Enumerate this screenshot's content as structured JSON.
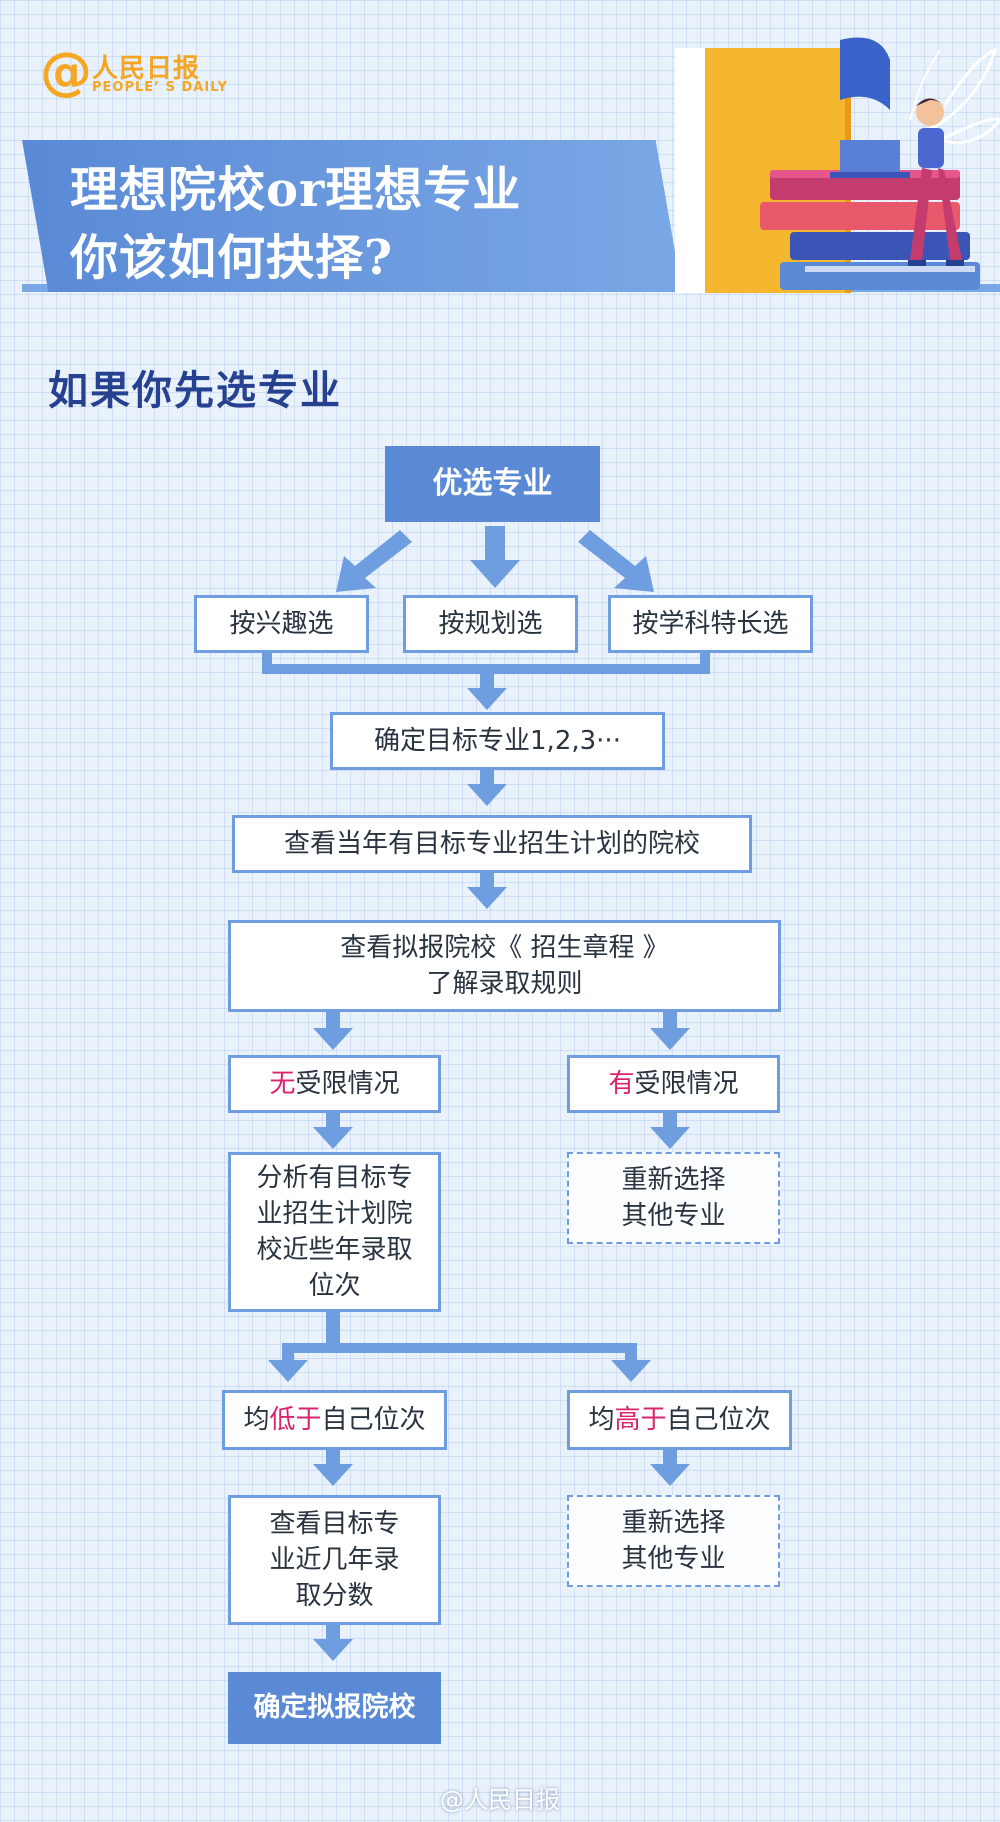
{
  "header": {
    "logo_at": "@",
    "logo_name": "人民日报",
    "logo_sub": "PEOPLE’ S DAILY",
    "title_line1": "理想院校or理想专业",
    "title_line2": "你该如何抉择?"
  },
  "section_heading": "如果你先选专业",
  "flow": {
    "start": "优选专业",
    "options": [
      "按兴趣选",
      "按规划选",
      "按学科特长选"
    ],
    "step_confirm": "确定目标专业1,2,3···",
    "step_check": "查看当年有目标专业招生计划的院校",
    "step_rules_line1": "查看拟报院校《 招生章程 》",
    "step_rules_line2": "了解录取规则",
    "branch_no_prefix": "无",
    "branch_no_rest": "受限情况",
    "branch_yes_prefix": "有",
    "branch_yes_rest": "受限情况",
    "reselect_1_line1": "重新选择",
    "reselect_1_line2": "其他专业",
    "analyze_line1": "分析有目标专",
    "analyze_line2": "业招生计划院",
    "analyze_line3": "校近些年录取",
    "analyze_line4": "位次",
    "lower_prefix": "均",
    "lower_hl": "低于",
    "lower_rest": "自己位次",
    "higher_prefix": "均",
    "higher_hl": "高于",
    "higher_rest": "自己位次",
    "reselect_2_line1": "重新选择",
    "reselect_2_line2": "其他专业",
    "scores_line1": "查看目标专",
    "scores_line2": "业近几年录",
    "scores_line3": "取分数",
    "final": "确定拟报院校"
  },
  "footer": "@人民日报",
  "colors": {
    "accent_blue": "#6f9ee0",
    "dark_navy": "#26418f",
    "highlight": "#d9256f",
    "logo_orange": "#f5a623"
  },
  "icons": [
    "book-stack-illustration",
    "student-figure-illustration",
    "leaf-decoration"
  ]
}
